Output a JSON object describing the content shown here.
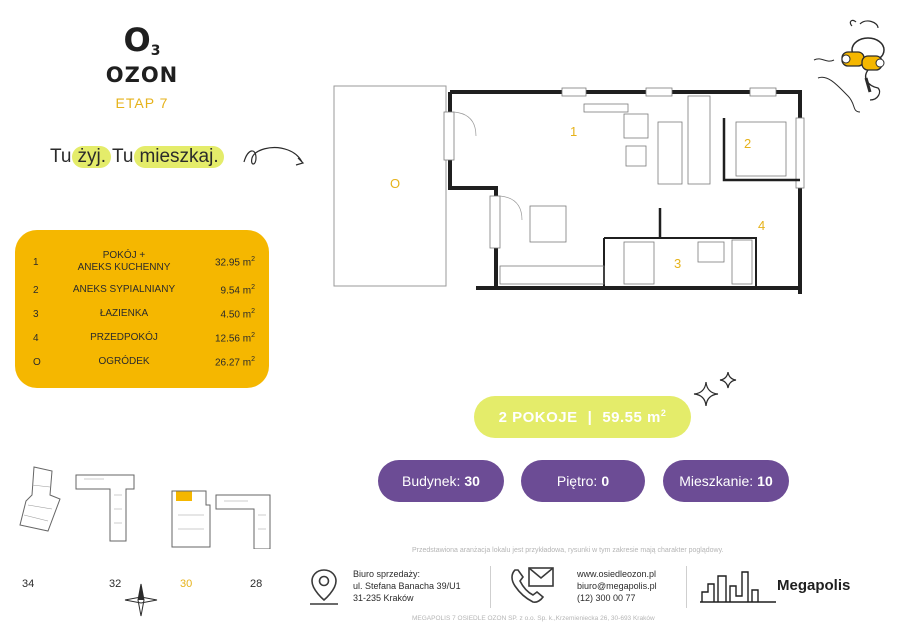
{
  "logo": {
    "mark": "O",
    "mark_sub": "3",
    "name": "OZON",
    "stage": "ETAP 7"
  },
  "slogan": {
    "w1": "Tu",
    "w2": "żyj.",
    "w3": "Tu",
    "w4": "mieszkaj."
  },
  "rooms": [
    {
      "num": "1",
      "name": "POKÓJ +\nANEKS KUCHENNY",
      "area": "32.95 m",
      "unit": "2"
    },
    {
      "num": "2",
      "name": "ANEKS SYPIALNIANY",
      "area": "9.54 m",
      "unit": "2"
    },
    {
      "num": "3",
      "name": "ŁAZIENKA",
      "area": "4.50 m",
      "unit": "2"
    },
    {
      "num": "4",
      "name": "PRZEDPOKÓJ",
      "area": "12.56 m",
      "unit": "2"
    },
    {
      "num": "O",
      "name": "OGRÓDEK",
      "area": "26.27 m",
      "unit": "2"
    }
  ],
  "plan_labels": {
    "r1": "1",
    "r2": "2",
    "r3": "3",
    "r4": "4",
    "ro": "O"
  },
  "summary": {
    "rooms": "2 POKOJE",
    "sep": "|",
    "area": "59.55 m",
    "unit": "2"
  },
  "pills": {
    "building_label": "Budynek:",
    "building_value": "30",
    "floor_label": "Piętro:",
    "floor_value": "0",
    "flat_label": "Mieszkanie:",
    "flat_value": "10"
  },
  "buildings": [
    "34",
    "32",
    "30",
    "28"
  ],
  "disclaimer": "Przedstawiona aranżacja lokalu jest przykładowa, rysunki w tym zakresie mają charakter poglądowy.",
  "office": {
    "line1": "Biuro sprzedaży:",
    "line2": "ul. Stefana Banacha 39/U1",
    "line3": "31-235 Kraków"
  },
  "contact": {
    "web": "www.osiedleozon.pl",
    "email": "biuro@megapolis.pl",
    "phone": "(12) 300 00 77"
  },
  "brand": "Megapolis",
  "footer": "MEGAPOLIS 7 OSIEDLE OZON SP. z o.o. Sp. k.,Krzemieniecka 26, 30-693 Kraków",
  "colors": {
    "yellow": "#f5b700",
    "lime": "#e4ec6a",
    "purple": "#6c4c95",
    "accent_text": "#e6b21a"
  }
}
